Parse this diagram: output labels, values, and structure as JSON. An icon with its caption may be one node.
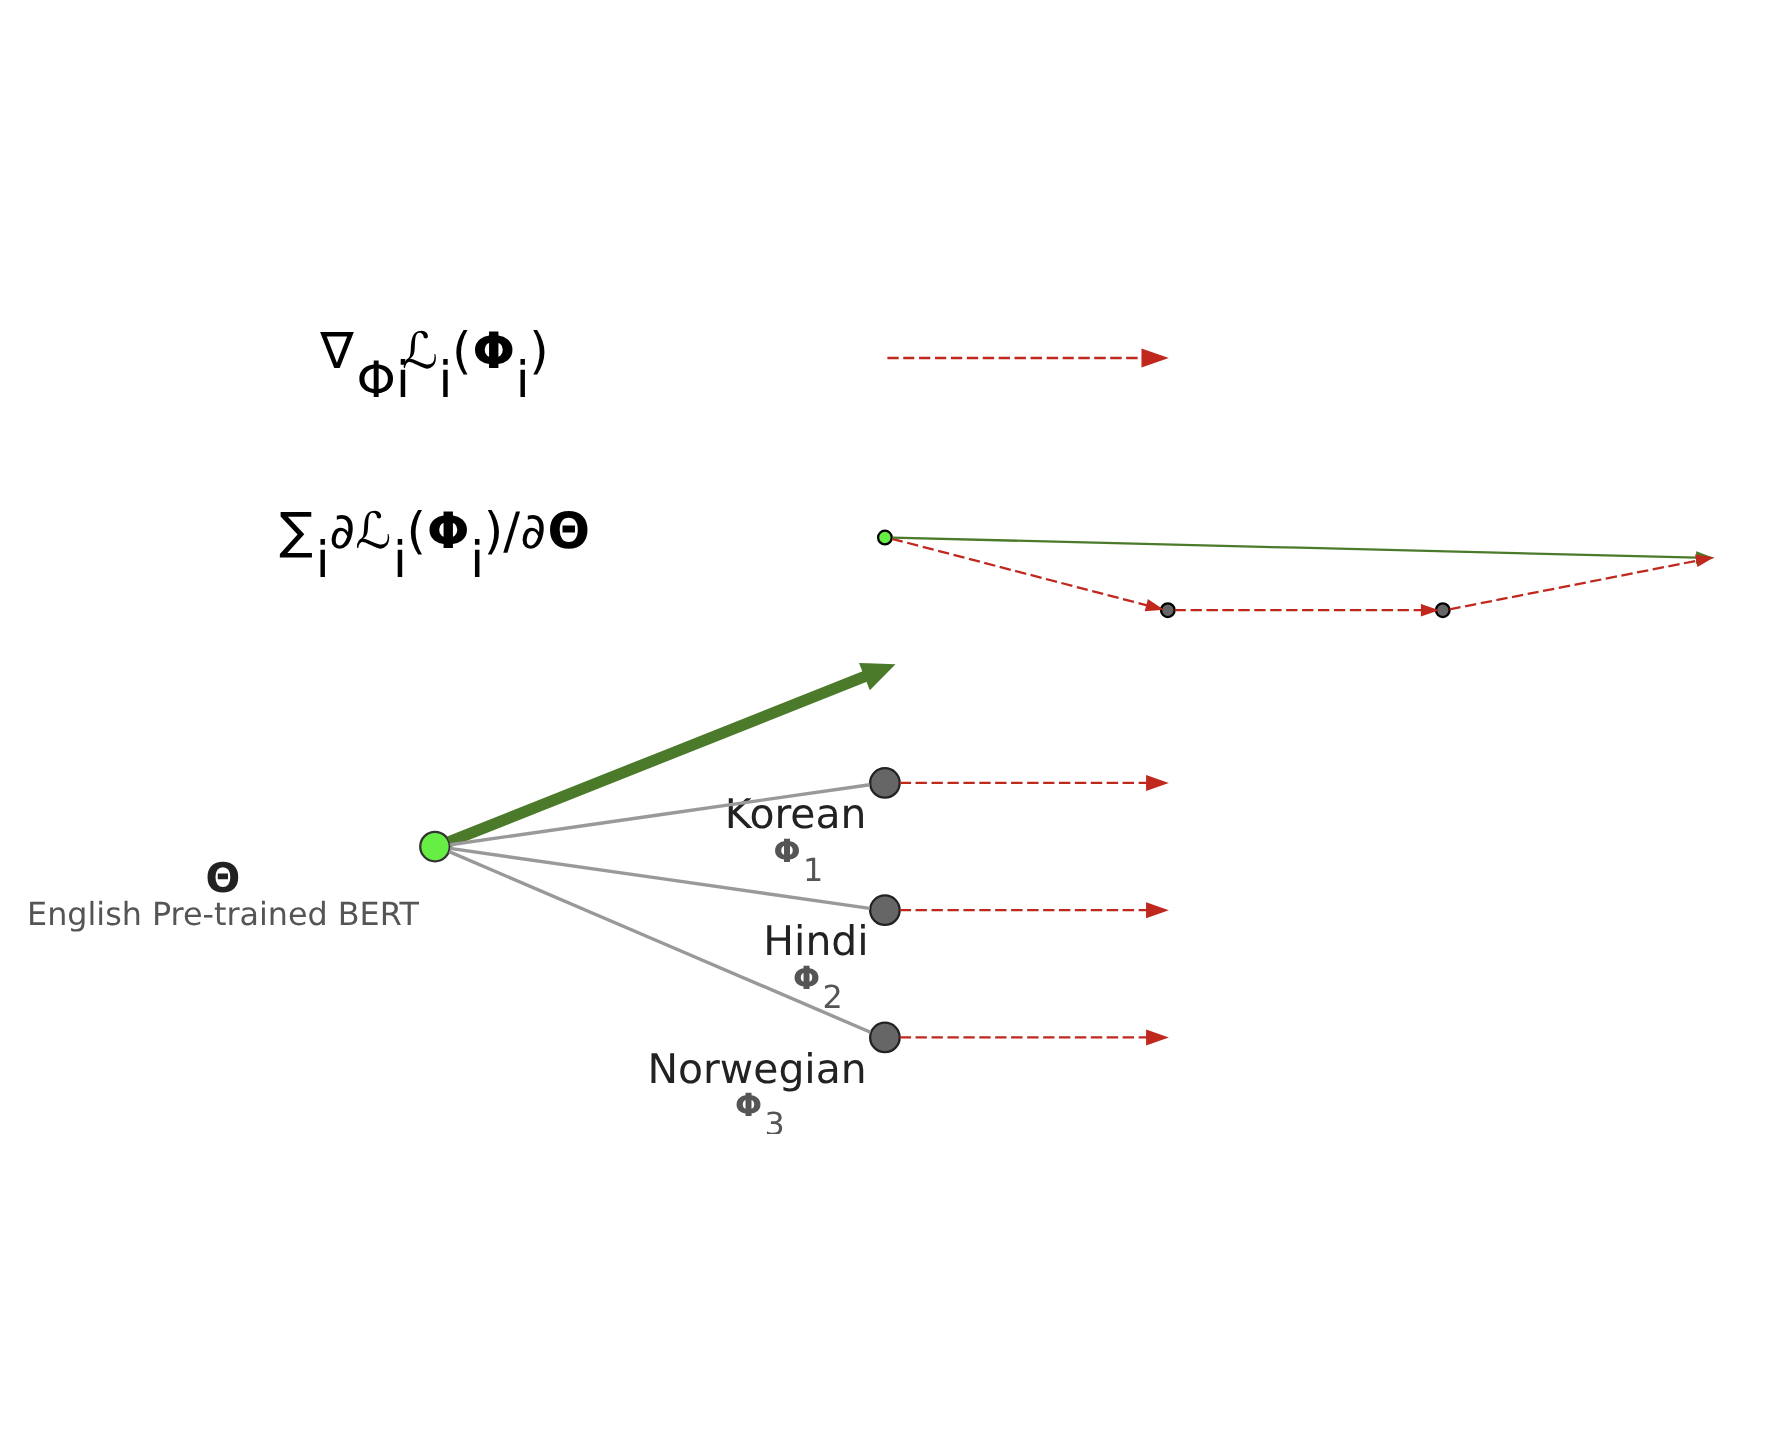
{
  "diagram": {
    "nodes": [
      {
        "text": [],
        "shape": "circle",
        "beside": [
          "**Θ**",
          "English Pre-trained BERT"
        ]
      },
      {
        "text": [],
        "shape": "circle",
        "beside": [
          "Korean",
          "**Φ**$_{1}$"
        ]
      },
      {
        "text": [],
        "shape": "circle",
        "beside": [
          "Hindi",
          "**Φ**$_{2}$"
        ]
      },
      {
        "text": [],
        "shape": "circle",
        "beside": [
          "Norwegian",
          "**Φ**$_{3}$"
        ]
      }
    ],
    "edges": [
      {
        "from": 0,
        "to": 1,
        "arrow": "none"
      },
      {
        "from": 0,
        "to": 2,
        "arrow": "none"
      },
      {
        "from": 0,
        "to": 3,
        "arrow": "none"
      },
      {
        "from": 0,
        "to": null,
        "arrow": "to",
        "style": "thick",
        "color": "#4a7a2a"
      },
      {
        "from": 1,
        "to": null,
        "arrow": "to",
        "style": "dashed",
        "color": "#c0281e"
      },
      {
        "from": 2,
        "to": null,
        "arrow": "to",
        "style": "dashed",
        "color": "#c0281e"
      },
      {
        "from": 3,
        "to": null,
        "arrow": "to",
        "style": "dashed",
        "color": "#c0281e"
      }
    ],
    "legend": [
      {
        "text": "∇$_{Φi}$ℒ$_{i}$(**Φ**$_{i}$)"
      },
      {
        "text": "∑$_{i}$∂ℒ$_{i}$(**Φ**$_{i}$)/∂**Θ**"
      }
    ]
  }
}
